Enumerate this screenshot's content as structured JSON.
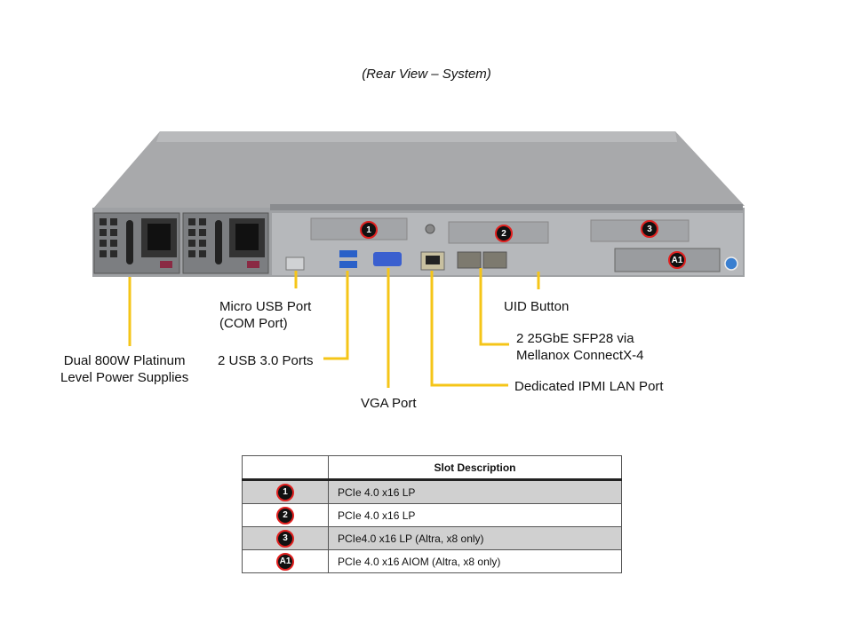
{
  "title": "(Rear View – System)",
  "colors": {
    "callout_line": "#f5c518",
    "badge_ring": "#e0201f",
    "badge_fill": "#111111",
    "row_shade": "#d0d0d0"
  },
  "chassis_badges": [
    {
      "id": "1",
      "label": "1"
    },
    {
      "id": "2",
      "label": "2"
    },
    {
      "id": "3",
      "label": "3"
    },
    {
      "id": "A1",
      "label": "A1"
    }
  ],
  "callouts": {
    "power_supplies": [
      "Dual 800W Platinum",
      "Level Power Supplies"
    ],
    "micro_usb": [
      "Micro USB Port",
      "(COM Port)"
    ],
    "usb30": "2 USB 3.0 Ports",
    "vga": "VGA Port",
    "ipmi_lan": "Dedicated IPMI LAN Port",
    "sfp28": [
      "2 25GbE SFP28 via",
      "Mellanox ConnectX-4"
    ],
    "uid": "UID Button"
  },
  "slot_table": {
    "header": "Slot Description",
    "rows": [
      {
        "slot": "1",
        "description": "PCIe 4.0 x16 LP"
      },
      {
        "slot": "2",
        "description": "PCIe 4.0 x16 LP"
      },
      {
        "slot": "3",
        "description": "PCIe4.0 x16 LP (Altra, x8 only)"
      },
      {
        "slot": "A1",
        "description": "PCIe 4.0 x16 AIOM (Altra, x8 only)"
      }
    ]
  }
}
